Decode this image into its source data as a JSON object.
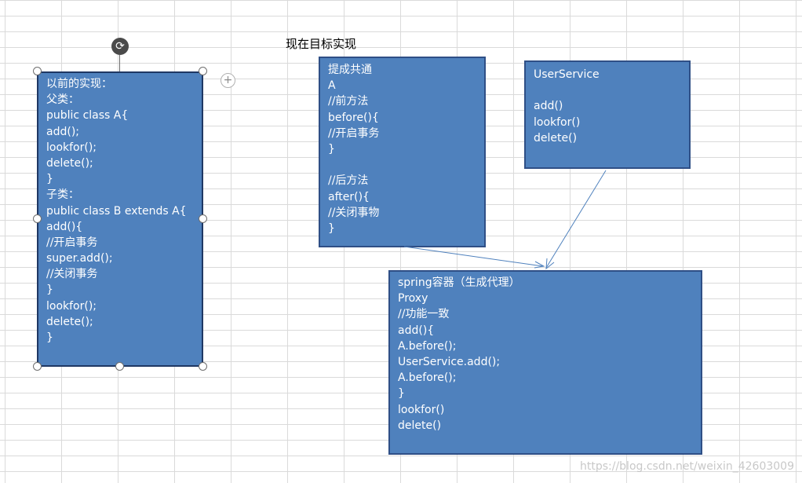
{
  "heading": "现在目标实现",
  "old_box": {
    "lines": [
      "以前的实现：",
      "父类：",
      "public class A{",
      "add();",
      "lookfor();",
      "delete();",
      "}",
      "子类：",
      "public class B extends A{",
      "add(){",
      "//开启事务",
      "super.add();",
      "//关闭事务",
      "}",
      "lookfor();",
      "delete();",
      "}"
    ]
  },
  "a_box": {
    "lines": [
      "提成共通",
      "A",
      "//前方法",
      "before(){",
      "//开启事务",
      "}",
      "",
      "//后方法",
      "after(){",
      "//关闭事物",
      "}"
    ]
  },
  "userservice_box": {
    "lines": [
      "UserService",
      "",
      "add()",
      "lookfor()",
      "delete()"
    ]
  },
  "spring_box": {
    "lines": [
      "spring容器（生成代理）",
      "Proxy",
      "//功能一致",
      "add(){",
      "A.before();",
      "UserService.add();",
      "A.before();",
      "}",
      "lookfor()",
      "delete()"
    ]
  },
  "icons": {
    "rotate": "rotate-icon",
    "add": "plus-circle-icon"
  },
  "colors": {
    "box_fill": "#4f81bd",
    "box_border": "#2f4f86",
    "arrow": "#4f81bd"
  },
  "watermark": "https://blog.csdn.net/weixin_42603009"
}
